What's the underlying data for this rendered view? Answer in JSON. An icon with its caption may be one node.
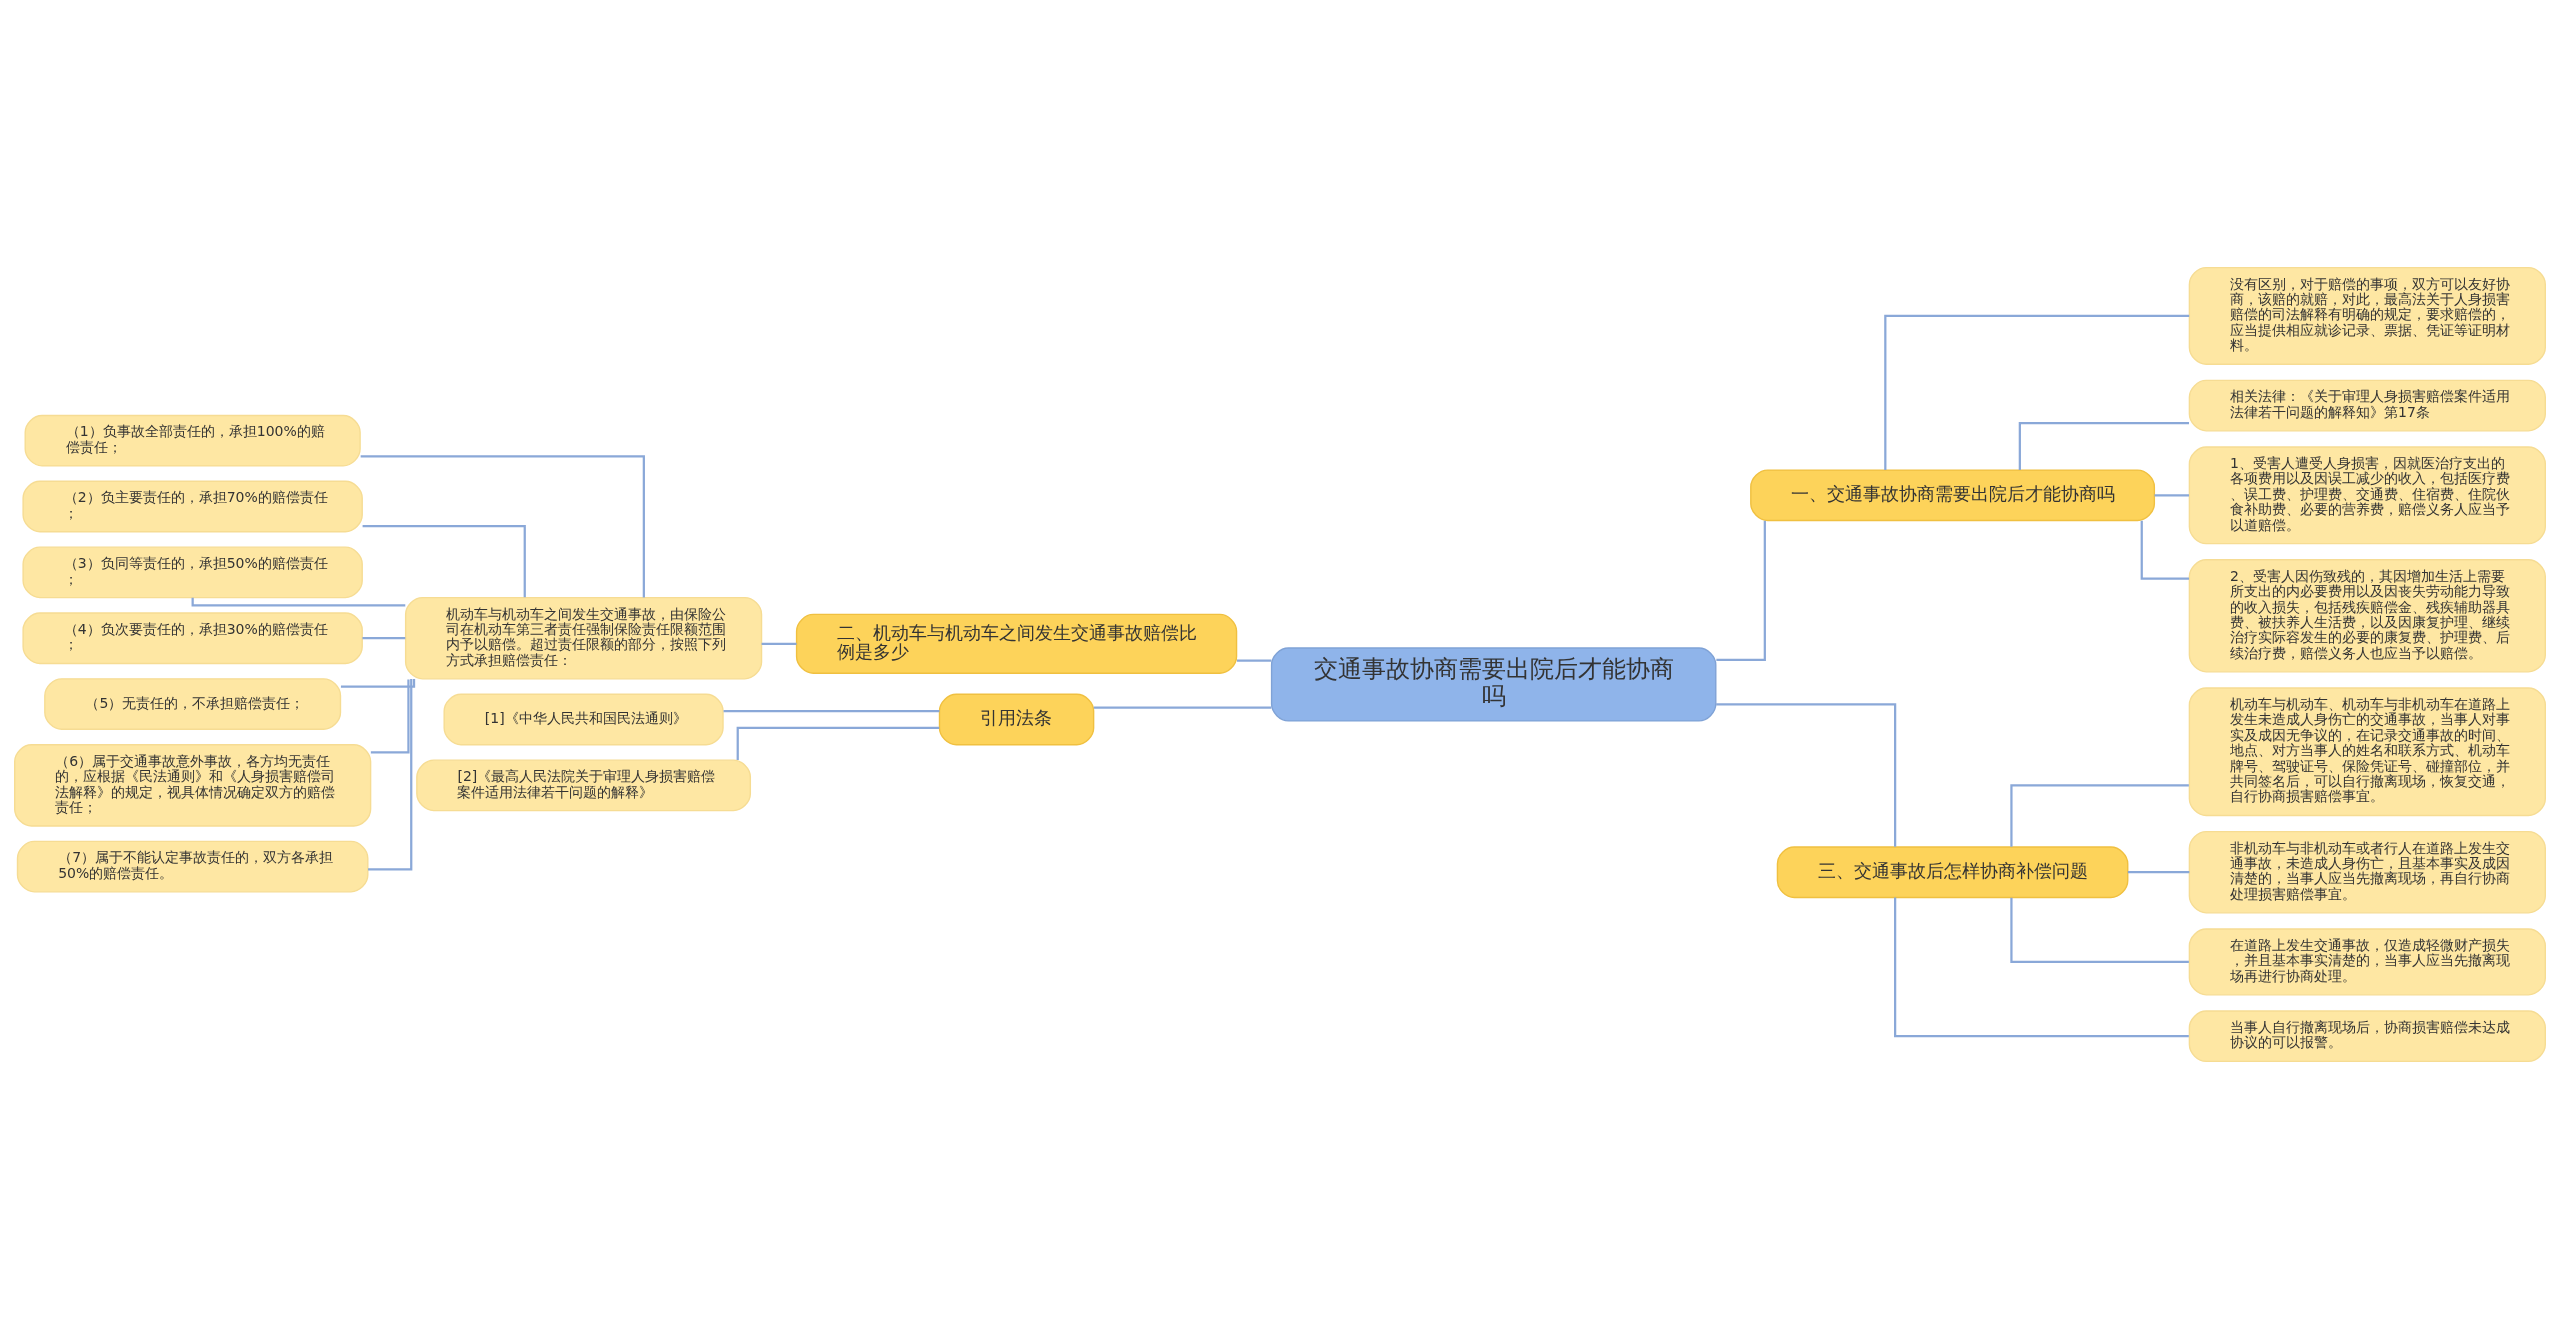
{
  "diagram": {
    "nodes": [
      {
        "text": [
          "交通事故协商需要出院后才能协商吗"
        ]
      },
      {
        "text": [
          "二、机动车与机动车之间发生交通事故赔偿比例是多少"
        ]
      },
      {
        "text": [
          "机动车与机动车之间发生交通事故，由保险公司在机动车第三者责任强制保险责任限额范围内予以赔偿。超过责任限额的部分，按照下列方式承担赔偿责任："
        ]
      },
      {
        "text": [
          "（1）负事故全部责任的，承担100%的赔偿责任；"
        ]
      },
      {
        "text": [
          "（2）负主要责任的，承担70%的赔偿责任；"
        ]
      },
      {
        "text": [
          "（3）负同等责任的，承担50%的赔偿责任；"
        ]
      },
      {
        "text": [
          "（4）负次要责任的，承担30%的赔偿责任；"
        ]
      },
      {
        "text": [
          "（5）无责任的，不承担赔偿责任；"
        ]
      },
      {
        "text": [
          "（6）属于交通事故意外事故，各方均无责任的，应根据《民法通则》和《人身损害赔偿司法解释》的规定，视具体情况确定双方的赔偿责任；"
        ]
      },
      {
        "text": [
          "（7）属于不能认定事故责任的，双方各承担50%的赔偿责任。"
        ]
      },
      {
        "text": [
          "引用法条"
        ]
      },
      {
        "text": [
          "[1]《中华人民共和国民法通则》"
        ]
      },
      {
        "text": [
          "[2]《最高人民法院关于审理人身损害赔偿案件适用法律若干问题的解释》"
        ]
      },
      {
        "text": [
          "一、交通事故协商需要出院后才能协商吗"
        ]
      },
      {
        "text": [
          "没有区别，对于赔偿的事项，双方可以友好协商，该赔的就赔，对此，最高法关于人身损害赔偿的司法解释有明确的规定，要求赔偿的，应当提供相应就诊记录、票据、凭证等证明材料。"
        ]
      },
      {
        "text": [
          "相关法律：《关于审理人身损害赔偿案件适用法律若干问题的解释知》第17条"
        ]
      },
      {
        "text": [
          "1、受害人遭受人身损害，因就医治疗支出的各项费用以及因误工减少的收入，包括医疗费、误工费、护理费、交通费、住宿费、住院伙食补助费、必要的营养费，赔偿义务人应当予以道赔偿。"
        ]
      },
      {
        "text": [
          "2、受害人因伤致残的，其因增加生活上需要所支出的内必要费用以及因丧失劳动能力导致的收入损失，包括残疾赔偿金、残疾辅助器具费、被扶养人生活费，以及因康复护理、继续治疗实际容发生的必要的康复费、护理费、后续治疗费，赔偿义务人也应当予以赔偿。"
        ]
      },
      {
        "text": [
          "三、交通事故后怎样协商补偿问题"
        ]
      },
      {
        "text": [
          "机动车与机动车、机动车与非机动车在道路上发生未造成人身伤亡的交通事故，当事人对事实及成因无争议的，在记录交通事故的时间、地点、对方当事人的姓名和联系方式、机动车牌号、驾驶证号、保险凭证号、碰撞部位，并共同签名后，可以自行撤离现场，恢复交通，自行协商损害赔偿事宜。"
        ]
      },
      {
        "text": [
          "非机动车与非机动车或者行人在道路上发生交通事故，未造成人身伤亡，且基本事实及成因清楚的，当事人应当先撤离现场，再自行协商处理损害赔偿事宜。"
        ]
      },
      {
        "text": [
          "在道路上发生交通事故，仅造成轻微财产损失，并且基本事实清楚的，当事人应当先撤离现场再进行协商处理。"
        ]
      },
      {
        "text": [
          "当事人自行撤离现场后，协商损害赔偿未达成协议的可以报警。"
        ]
      }
    ],
    "edges": [
      {
        "from": 0,
        "to": 1,
        "arrow": "none"
      },
      {
        "from": 1,
        "to": 2,
        "arrow": "none"
      },
      {
        "from": 2,
        "to": 3,
        "arrow": "none"
      },
      {
        "from": 2,
        "to": 4,
        "arrow": "none"
      },
      {
        "from": 2,
        "to": 5,
        "arrow": "none"
      },
      {
        "from": 2,
        "to": 6,
        "arrow": "none"
      },
      {
        "from": 2,
        "to": 7,
        "arrow": "none"
      },
      {
        "from": 2,
        "to": 8,
        "arrow": "none"
      },
      {
        "from": 2,
        "to": 9,
        "arrow": "none"
      },
      {
        "from": 0,
        "to": 10,
        "arrow": "none"
      },
      {
        "from": 10,
        "to": 11,
        "arrow": "none"
      },
      {
        "from": 10,
        "to": 12,
        "arrow": "none"
      },
      {
        "from": 0,
        "to": 13,
        "arrow": "none"
      },
      {
        "from": 13,
        "to": 14,
        "arrow": "none"
      },
      {
        "from": 13,
        "to": 15,
        "arrow": "none"
      },
      {
        "from": 13,
        "to": 16,
        "arrow": "none"
      },
      {
        "from": 13,
        "to": 17,
        "arrow": "none"
      },
      {
        "from": 0,
        "to": 18,
        "arrow": "none"
      },
      {
        "from": 18,
        "to": 19,
        "arrow": "none"
      },
      {
        "from": 18,
        "to": 20,
        "arrow": "none"
      },
      {
        "from": 18,
        "to": 21,
        "arrow": "none"
      },
      {
        "from": 18,
        "to": 22,
        "arrow": "none"
      }
    ]
  }
}
